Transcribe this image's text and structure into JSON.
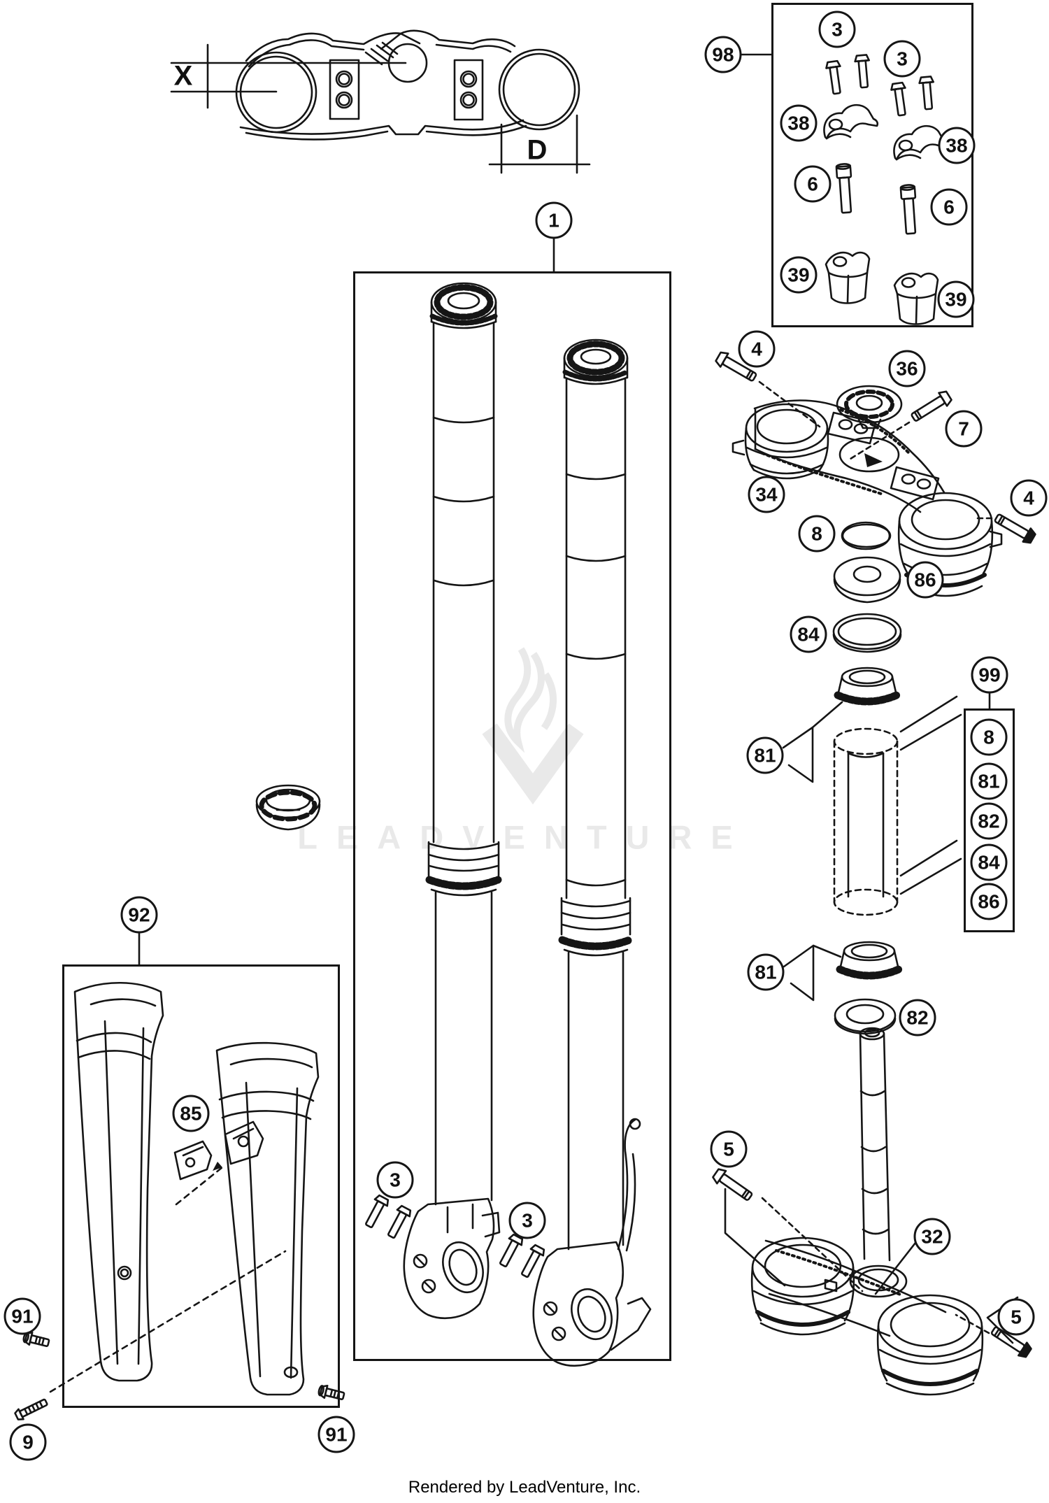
{
  "diagram": {
    "description": "Front fork and triple clamp exploded parts diagram",
    "colors": {
      "line": "#151515",
      "background": "#ffffff",
      "watermark": "#e9e9e9"
    },
    "dimension_labels": {
      "x": "X",
      "d": "D"
    },
    "watermark_text": "LEADVENTURE",
    "footer_credit": "Rendered by LeadVenture, Inc.",
    "callouts": [
      {
        "id": "98",
        "label": "98"
      },
      {
        "id": "3-handlebar-left",
        "label": "3"
      },
      {
        "id": "3-handlebar-right",
        "label": "3"
      },
      {
        "id": "38-clamp-left",
        "label": "38"
      },
      {
        "id": "38-clamp-right",
        "label": "38"
      },
      {
        "id": "6-bolt-left",
        "label": "6"
      },
      {
        "id": "6-bolt-right",
        "label": "6"
      },
      {
        "id": "39-riser-left",
        "label": "39"
      },
      {
        "id": "39-riser-right",
        "label": "39"
      },
      {
        "id": "1-fork-assembly",
        "label": "1"
      },
      {
        "id": "4-pinch-bolt-left",
        "label": "4"
      },
      {
        "id": "36-steering-cap",
        "label": "36"
      },
      {
        "id": "7-stem-bolt",
        "label": "7"
      },
      {
        "id": "34-upper-triple-clamp",
        "label": "34"
      },
      {
        "id": "4-pinch-bolt-right",
        "label": "4"
      },
      {
        "id": "8-oring",
        "label": "8"
      },
      {
        "id": "86-bearing-cover",
        "label": "86"
      },
      {
        "id": "84-seal-upper",
        "label": "84"
      },
      {
        "id": "99-steering-kit",
        "label": "99"
      },
      {
        "id": "99-item-8",
        "label": "8"
      },
      {
        "id": "99-item-81",
        "label": "81"
      },
      {
        "id": "99-item-82",
        "label": "82"
      },
      {
        "id": "99-item-84",
        "label": "84"
      },
      {
        "id": "99-item-86",
        "label": "86"
      },
      {
        "id": "81-bearing-upper",
        "label": "81"
      },
      {
        "id": "81-bearing-lower",
        "label": "81"
      },
      {
        "id": "82-seal-lower",
        "label": "82"
      },
      {
        "id": "5-clamp-bolt-left",
        "label": "5"
      },
      {
        "id": "32-lower-triple-clamp",
        "label": "32"
      },
      {
        "id": "5-clamp-bolt-right",
        "label": "5"
      },
      {
        "id": "92-fork-protector-kit",
        "label": "92"
      },
      {
        "id": "85-protector-bracket",
        "label": "85"
      },
      {
        "id": "91-screw-left",
        "label": "91"
      },
      {
        "id": "9-screw",
        "label": "9"
      },
      {
        "id": "91-screw-right",
        "label": "91"
      },
      {
        "id": "3-axle-clamp-left",
        "label": "3"
      },
      {
        "id": "3-axle-clamp-right",
        "label": "3"
      }
    ]
  }
}
